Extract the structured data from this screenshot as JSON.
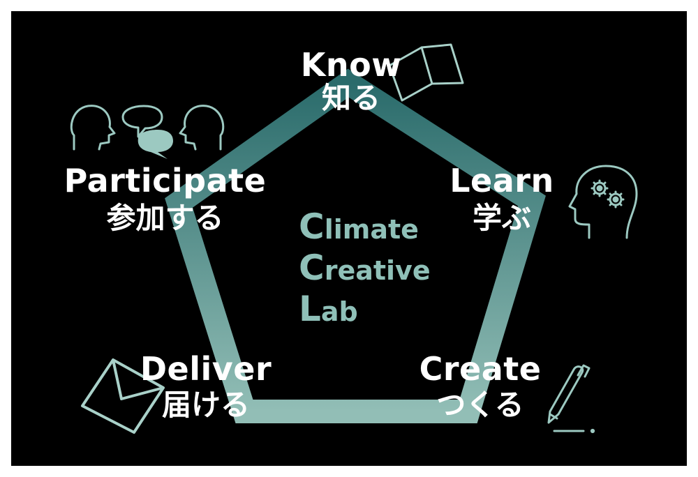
{
  "colors": {
    "background": "#000000",
    "frame": "#ffffff",
    "text": "#ffffff",
    "accent_light": "#8fc0b8",
    "accent_dark": "#2c6e6e",
    "icon_stroke": "#9cc9c1"
  },
  "center": {
    "line1_initial": "C",
    "line1_rest": "limate",
    "line2_initial": "C",
    "line2_rest": "reative",
    "line3_initial": "L",
    "line3_rest": "ab"
  },
  "nodes": {
    "know": {
      "en": "Know",
      "ja": "知る",
      "icon": "book-icon"
    },
    "learn": {
      "en": "Learn",
      "ja": "学ぶ",
      "icon": "brain-gears-icon"
    },
    "create": {
      "en": "Create",
      "ja": "つくる",
      "icon": "pen-icon"
    },
    "deliver": {
      "en": "Deliver",
      "ja": "届ける",
      "icon": "envelope-icon"
    },
    "participate": {
      "en": "Participate",
      "ja": "参加する",
      "icon": "people-talking-icon"
    }
  }
}
